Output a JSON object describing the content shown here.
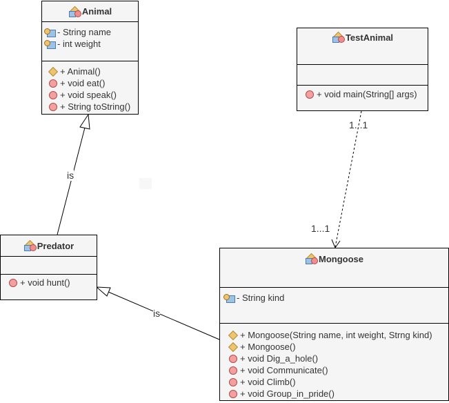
{
  "classes": {
    "animal": {
      "name": "Animal",
      "fields": [
        "- String name",
        "- int weight"
      ],
      "methods": [
        {
          "kind": "constructor",
          "text": "+ Animal()"
        },
        {
          "kind": "method",
          "text": "+ void eat()"
        },
        {
          "kind": "method",
          "text": "+ void speak()"
        },
        {
          "kind": "method",
          "text": "+ String toString()"
        }
      ]
    },
    "testanimal": {
      "name": "TestAnimal",
      "fields": [],
      "methods": [
        {
          "kind": "method",
          "text": "+ void main(String[] args)"
        }
      ]
    },
    "predator": {
      "name": "Predator",
      "fields": [],
      "methods": [
        {
          "kind": "method",
          "text": "+ void hunt()"
        }
      ]
    },
    "mongoose": {
      "name": "Mongoose",
      "fields": [
        "- String kind"
      ],
      "methods": [
        {
          "kind": "constructor",
          "text": "+ Mongoose(String name, int weight, Strng kind)"
        },
        {
          "kind": "constructor",
          "text": "+ Mongoose()"
        },
        {
          "kind": "method",
          "text": "+ void Dig_a_hole()"
        },
        {
          "kind": "method",
          "text": "+ void Communicate()"
        },
        {
          "kind": "method",
          "text": "+ void Climb()"
        },
        {
          "kind": "method",
          "text": "+ void  Group_in_pride()"
        }
      ]
    }
  },
  "relations": {
    "predator_animal": {
      "type": "generalization",
      "label": "is"
    },
    "mongoose_predator": {
      "type": "generalization",
      "label": "is"
    },
    "testanimal_mongoose": {
      "type": "dependency",
      "source_multiplicity": "1...1",
      "target_multiplicity": "1...1"
    }
  }
}
